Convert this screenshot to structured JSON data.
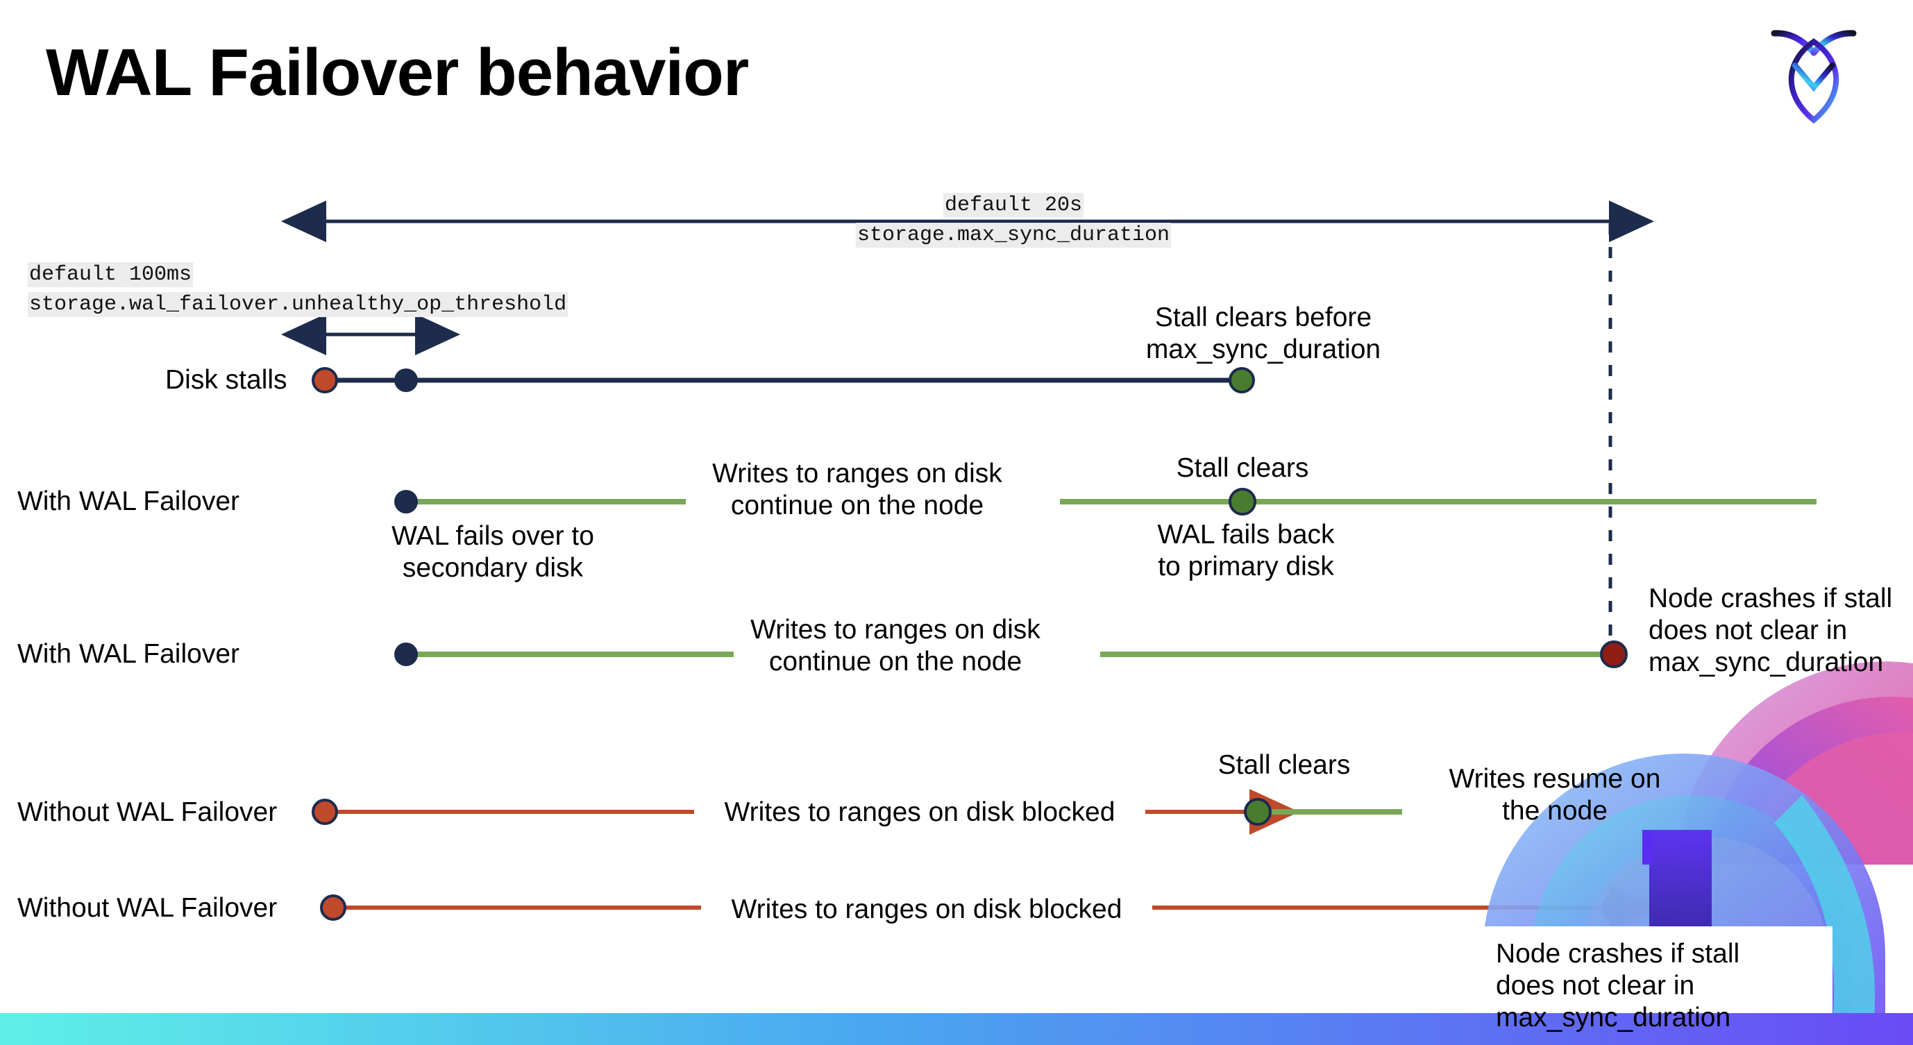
{
  "slide": {
    "title": "WAL Failover behavior",
    "logo_name": "cockroachdb-logo"
  },
  "colors": {
    "navy": "#1d2b4c",
    "green_line": "#7aa757",
    "green_dot": "#4a7c2f",
    "red_line": "#c0492b",
    "red_dot": "#c0492b",
    "crash_dot": "#8f1d14",
    "callout_bg": "#ececec",
    "bar_gradient_start": "#5ef0e8",
    "bar_gradient_mid": "#4aa8f0",
    "bar_gradient_end": "#6a4bf5"
  },
  "callouts": {
    "max_sync": {
      "line1": "default 20s",
      "line2": "storage.max_sync_duration"
    },
    "unhealthy_op": {
      "line1": "default 100ms",
      "line2": "storage.wal_failover.unhealthy_op_threshold"
    }
  },
  "rows": [
    {
      "id": "disk-stalls",
      "label": "Disk stalls",
      "annotations": [
        {
          "name": "stall-clears-before-annotation",
          "text": "Stall clears before\nmax_sync_duration"
        }
      ]
    },
    {
      "id": "with-wal-failover-1",
      "label": "With WAL Failover",
      "annotations": [
        {
          "name": "writes-continue-annotation",
          "text": "Writes to ranges on disk\ncontinue on the node"
        },
        {
          "name": "stall-clears-annotation",
          "text": "Stall clears"
        },
        {
          "name": "wal-fails-over-annotation",
          "text": "WAL fails over to\nsecondary disk"
        },
        {
          "name": "wal-fails-back-annotation",
          "text": "WAL fails  back\nto primary disk"
        }
      ]
    },
    {
      "id": "with-wal-failover-2",
      "label": "With WAL Failover",
      "annotations": [
        {
          "name": "writes-continue-annotation",
          "text": "Writes to ranges on disk\ncontinue on the node"
        },
        {
          "name": "node-crashes-annotation",
          "text": "Node crashes if stall\ndoes not clear in\nmax_sync_duration"
        }
      ]
    },
    {
      "id": "without-wal-failover-1",
      "label": "Without WAL Failover",
      "annotations": [
        {
          "name": "writes-blocked-annotation",
          "text": "Writes to ranges on disk  blocked"
        },
        {
          "name": "stall-clears-annotation",
          "text": "Stall clears"
        },
        {
          "name": "writes-resume-annotation",
          "text": "Writes resume on\nthe node"
        }
      ]
    },
    {
      "id": "without-wal-failover-2",
      "label": "Without WAL Failover",
      "annotations": [
        {
          "name": "writes-blocked-annotation",
          "text": "Writes to ranges on disk  blocked"
        },
        {
          "name": "node-crashes-annotation",
          "text": "Node crashes if stall\ndoes not clear in\nmax_sync_duration"
        }
      ]
    }
  ]
}
